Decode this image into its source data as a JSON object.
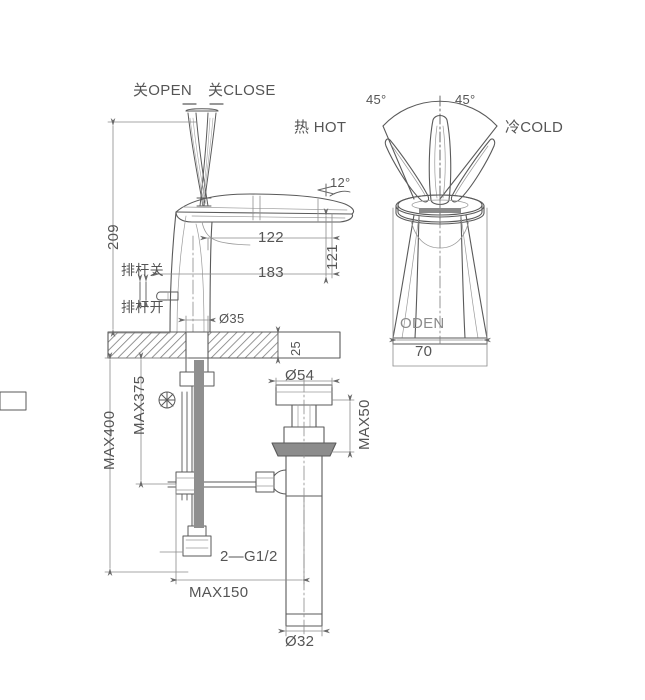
{
  "drawing": {
    "title": "Basin mixer faucet technical drawing",
    "views": {
      "main": "side elevation with handle travel",
      "right": "front elevation",
      "swivel": "spout swivel range plan"
    }
  },
  "annotations": {
    "handle_open": "关OPEN",
    "handle_close": "关CLOSE",
    "hot": "热 HOT",
    "cold": "冷COLD",
    "angle_left": "45°",
    "angle_right": "45°",
    "spout_angle": "12°",
    "rod_close": "排杆关",
    "rod_open": "排杆开",
    "brand": "ODEN"
  },
  "dimensions": {
    "height_209": "209",
    "reach_122": "122",
    "reach_183": "183",
    "height_121": "121",
    "hole_d35": "Ø35",
    "counter_25": "25",
    "max_400": "MAX400",
    "max_375": "MAX375",
    "max_150": "MAX150",
    "max_50": "MAX50",
    "drain_d54": "Ø54",
    "drain_d32": "Ø32",
    "thread_2g12": "2—G1/2",
    "width_70": "70"
  },
  "colors": {
    "line": "#5a5a5a",
    "line_light": "#8d8d8d",
    "hatch": "#7d7d7d",
    "text": "#575757",
    "background": "#ffffff"
  }
}
